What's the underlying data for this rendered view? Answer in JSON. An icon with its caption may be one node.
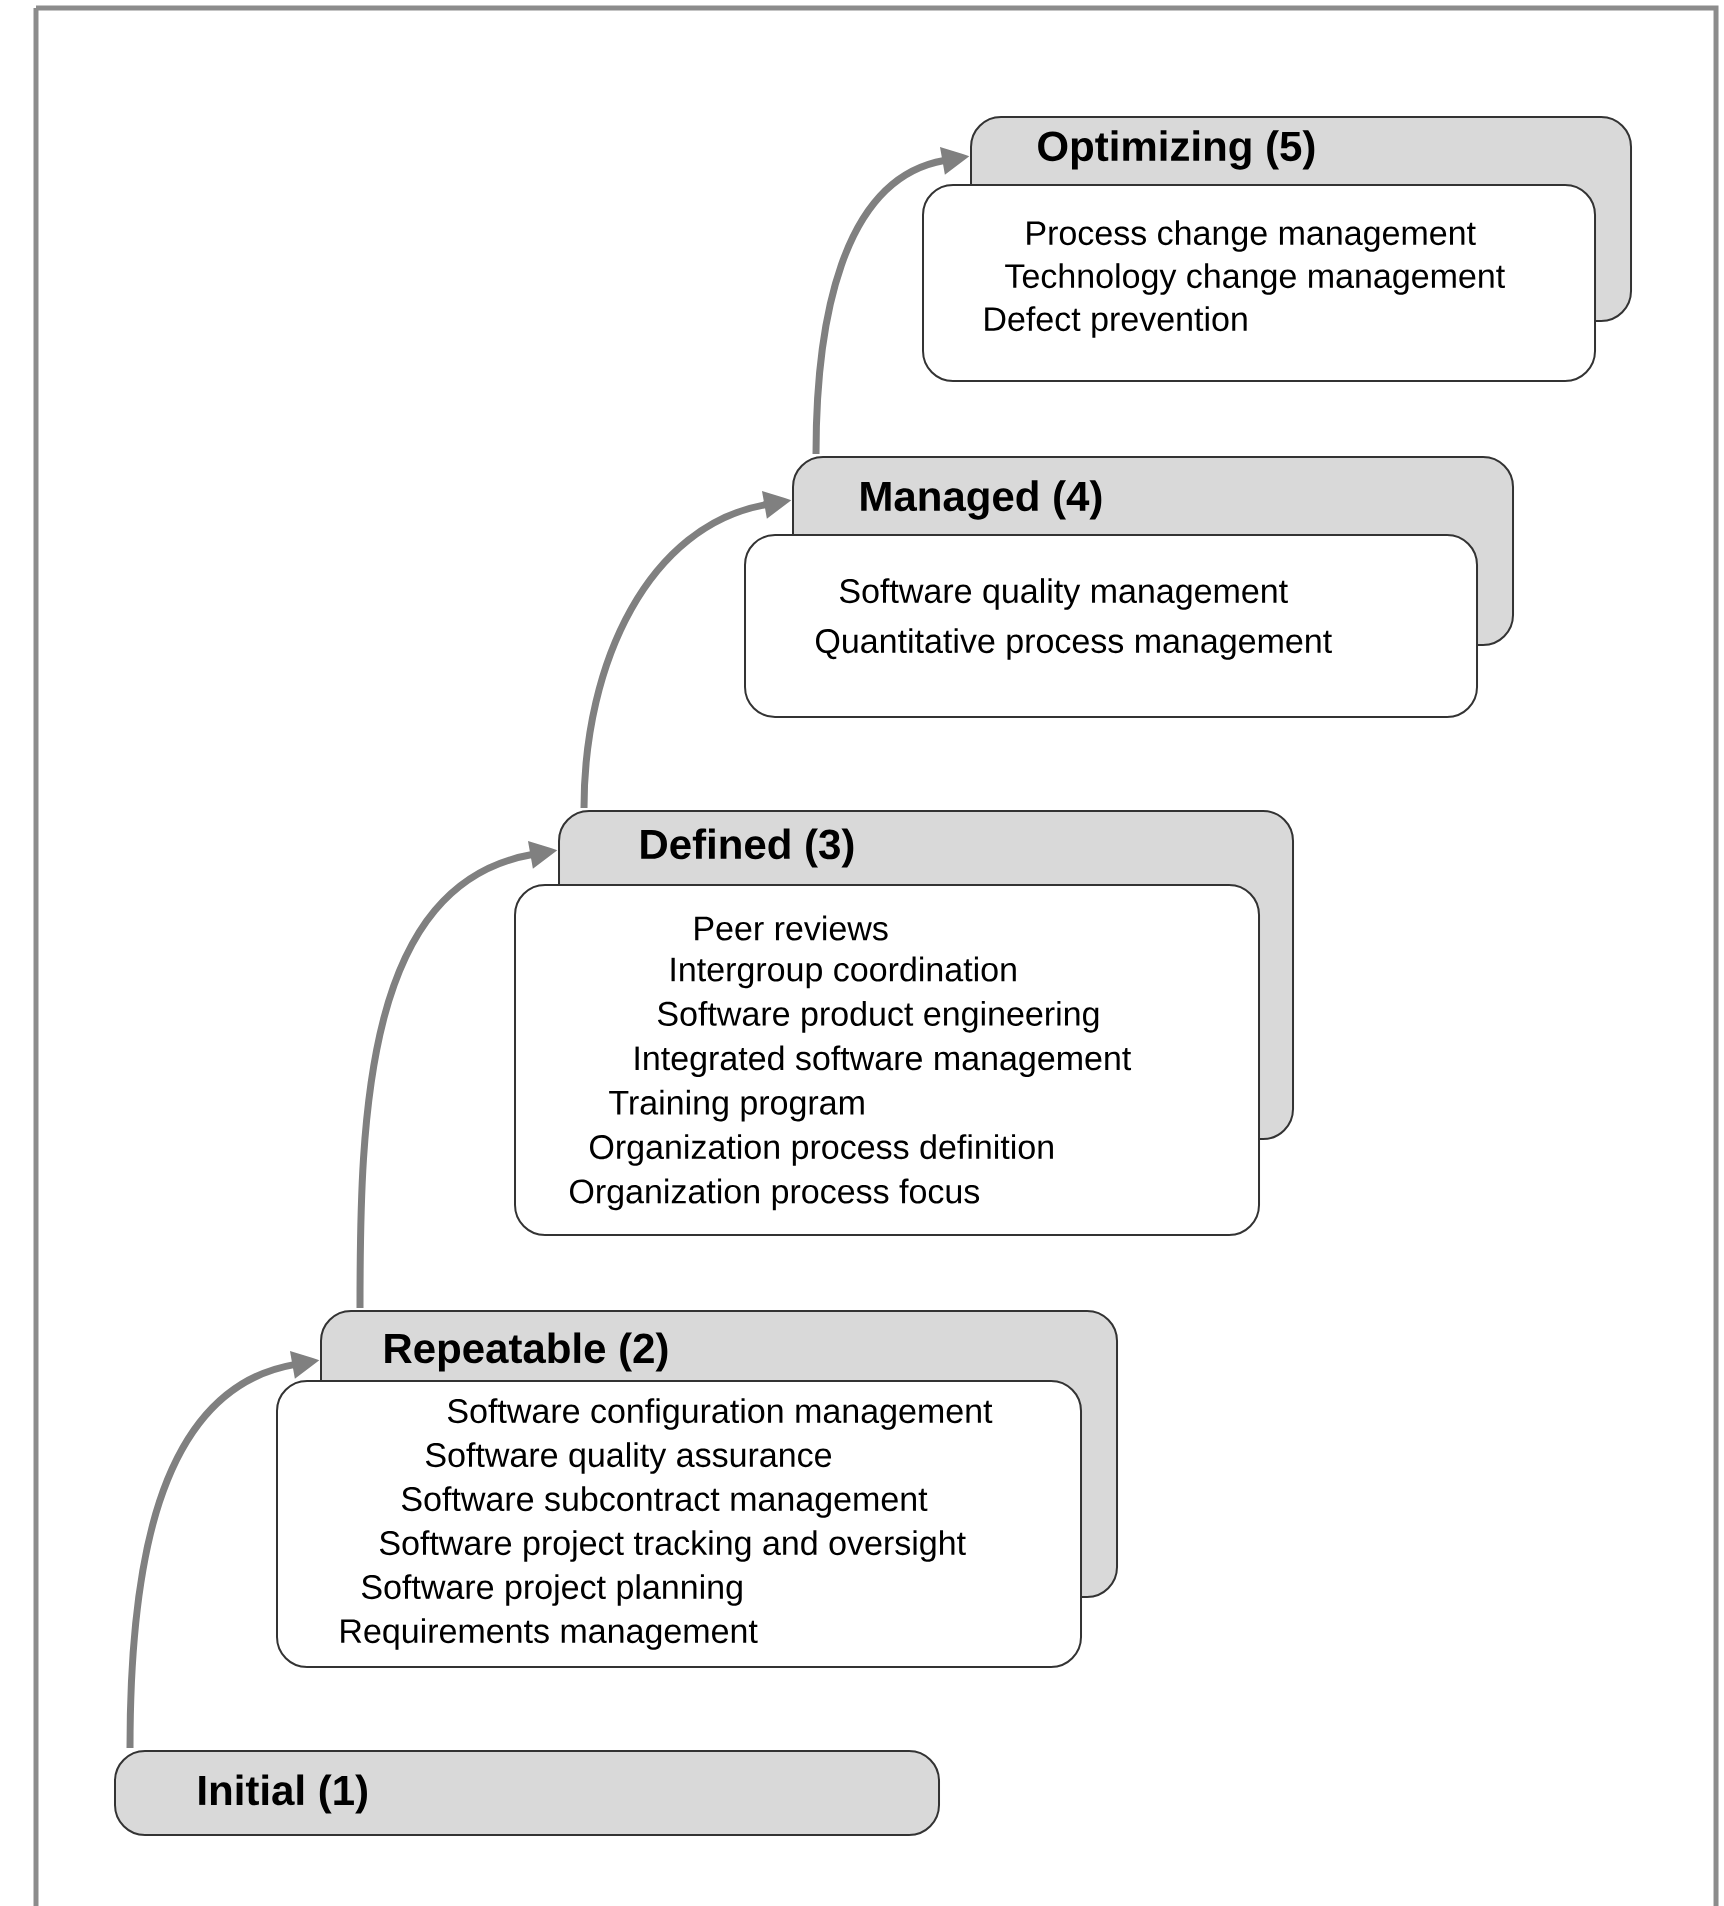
{
  "diagram": {
    "nodes": [
      {
        "text": [
          "Optimizing (5)",
          "Process change management",
          "Technology change management",
          "Defect prevention"
        ]
      },
      {
        "text": [
          "Managed (4)",
          "Software quality management",
          "Quantitative process management"
        ]
      },
      {
        "text": [
          "Defined (3)",
          "Peer reviews",
          "Intergroup coordination",
          "Software product engineering",
          "Integrated software management",
          "Training program",
          "Organization process definition",
          "Organization process focus"
        ]
      },
      {
        "text": [
          "Repeatable (2)",
          "Software configuration management",
          "Software quality assurance",
          "Software subcontract management",
          "Software project tracking and oversight",
          "Software project planning",
          "Requirements management"
        ]
      },
      {
        "text": [
          "Initial (1)"
        ]
      }
    ],
    "edges": [
      {
        "from": 4,
        "to": 3,
        "arrow": "to"
      },
      {
        "from": 3,
        "to": 2,
        "arrow": "to"
      },
      {
        "from": 2,
        "to": 1,
        "arrow": "to"
      },
      {
        "from": 1,
        "to": 0,
        "arrow": "to"
      }
    ]
  }
}
